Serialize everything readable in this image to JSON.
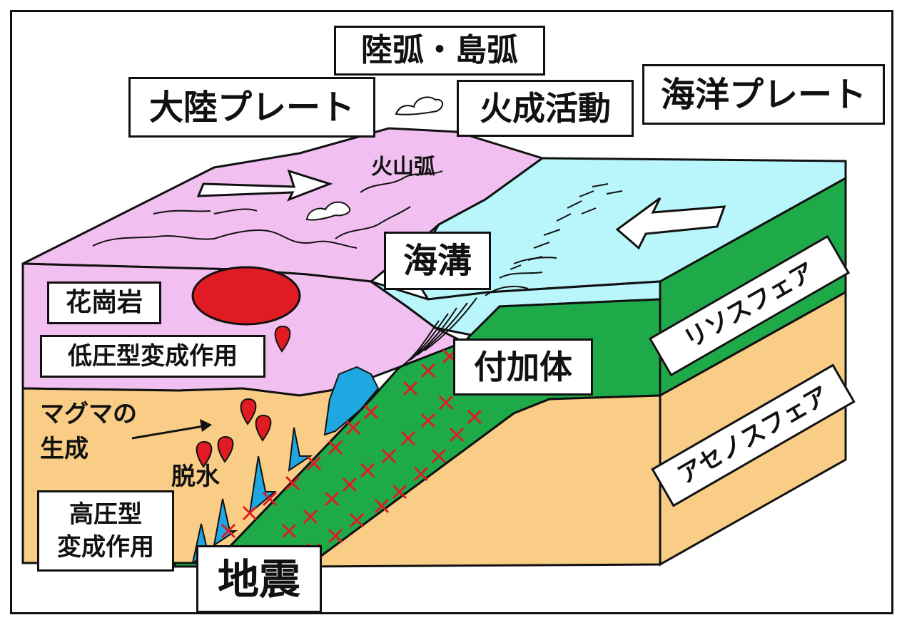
{
  "labels": {
    "arc": "陸弧・島弧",
    "continental_plate": "大陸プレート",
    "igneous_activity": "火成活動",
    "oceanic_plate": "海洋プレート",
    "volcanic_arc": "火山弧",
    "trench": "海溝",
    "granite": "花崗岩",
    "low_pressure_metamorphism": "低圧型変成作用",
    "magma_generation_line1": "マグマの",
    "magma_generation_line2": "生成",
    "dehydration": "脱水",
    "high_pressure_line1": "高圧型",
    "high_pressure_line2": "変成作用",
    "earthquake": "地震",
    "accretionary_prism": "付加体",
    "lithosphere": "リソスフェア",
    "asthenosphere": "アセノスフェア"
  },
  "colors": {
    "continental_crust": "#f2c0f0",
    "mantle": "#f9cd85",
    "ocean": "#b9f6fb",
    "lithosphere": "#1faa4a",
    "magma": "#e01b24",
    "fluid": "#1ea7e0",
    "earthquake_mark": "#e01b24",
    "outline": "#111111"
  }
}
